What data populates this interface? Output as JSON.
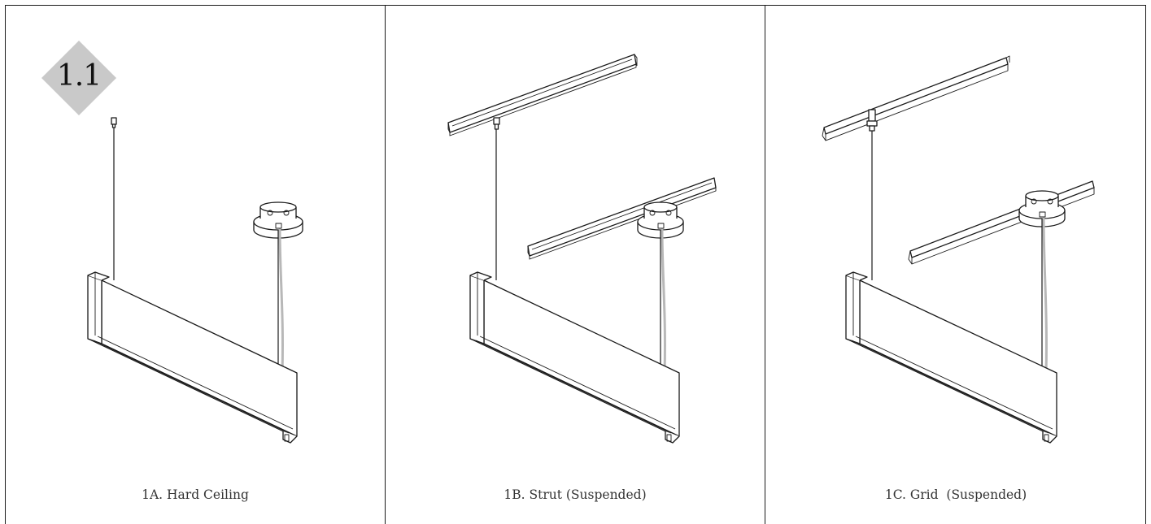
{
  "badge": {
    "label": "1.1",
    "color": "#c9c9c9"
  },
  "panels": [
    {
      "id": "1A",
      "caption": "1A. Hard Ceiling",
      "mount": "hard-ceiling"
    },
    {
      "id": "1B",
      "caption": "1B. Strut (Suspended)",
      "mount": "strut"
    },
    {
      "id": "1C",
      "caption": "1C. Grid  (Suspended)",
      "mount": "grid"
    }
  ],
  "colors": {
    "line": "#1a1a1a",
    "cord": "#b8b8b8",
    "text": "#333333"
  }
}
